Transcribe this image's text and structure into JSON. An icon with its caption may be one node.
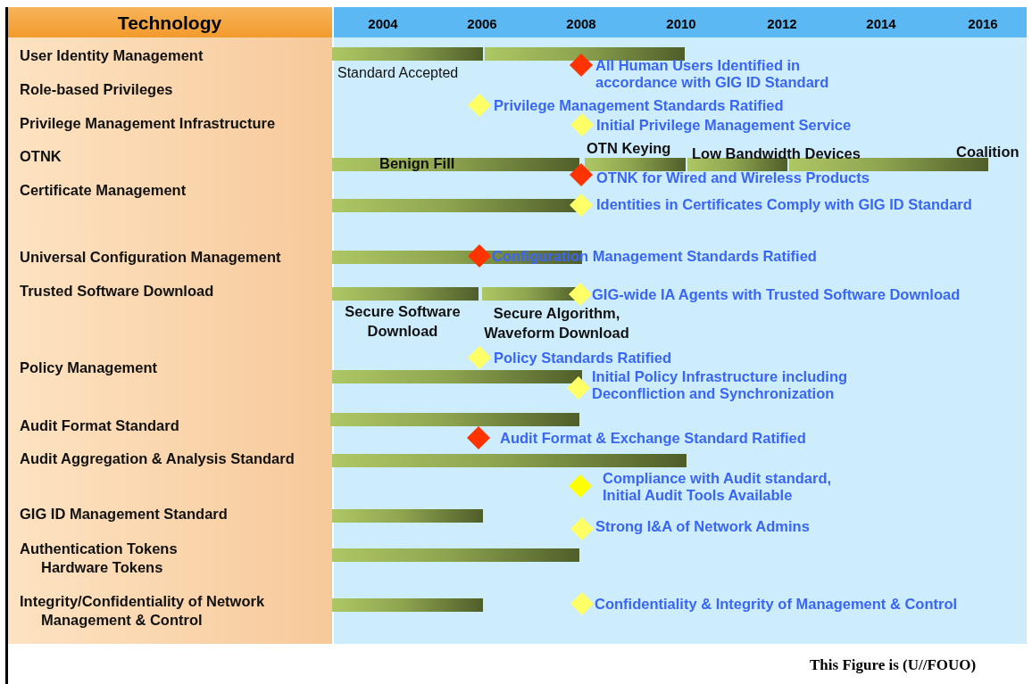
{
  "diagram": {
    "labels": [
      "Technology",
      "2004",
      "2006",
      "2008",
      "2010",
      "2012",
      "2014",
      "2016",
      "User Identity Management",
      "Role-based Privileges",
      "Privilege Management Infrastructure",
      "OTNK",
      "Certificate Management",
      "Universal Configuration Management",
      "Trusted Software Download",
      "Policy Management",
      "Audit Format Standard",
      "Audit Aggregation & Analysis Standard",
      "GIG ID Management Standard",
      "Authentication Tokens Hardware Tokens",
      "Integrity/Confidentiality of Network Management & Control",
      "All Human Users Identified in accordance with GIG ID Standard",
      "Standard Accepted",
      "Privilege Management Standards Ratified",
      "Initial Privilege Management Service",
      "OTN Keying",
      "Low Bandwidth Devices",
      "Coalition",
      "Benign Fill",
      "OTNK for Wired and Wireless Products",
      "Identities in Certificates Comply with GIG ID Standard",
      "Configuration Management Standards Ratified",
      "GIG-wide IA Agents with Trusted Software Download",
      "Secure Software Download",
      "Secure Algorithm, Waveform Download",
      "Policy Standards Ratified",
      "Initial Policy Infrastructure including Deconfliction and Synchronization",
      "Audit Format & Exchange Standard Ratified",
      "Compliance with Audit standard, Initial Audit Tools Available",
      "Strong I&A of Network Admins",
      "Confidentiality & Integrity of Management & Control",
      "This Figure is (U//FOUO)"
    ]
  }
}
